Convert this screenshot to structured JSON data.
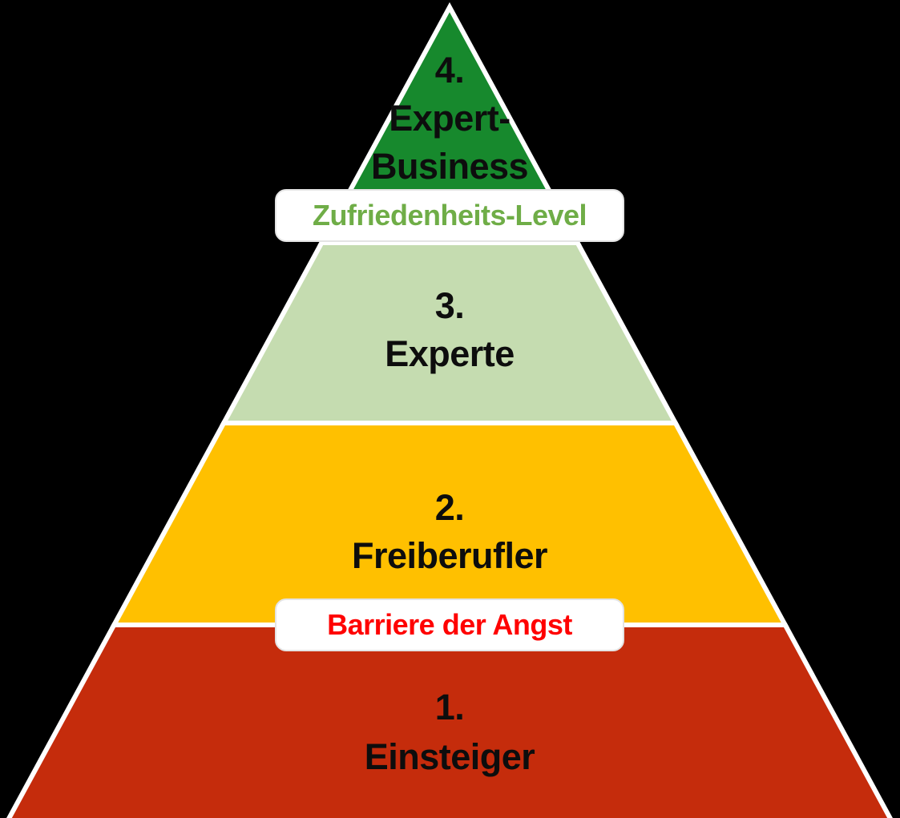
{
  "diagram": {
    "type": "pyramid",
    "background_color": "#000000",
    "outline_color": "#FFFFFF",
    "label_text_color": "#0D0D0D",
    "levels": [
      {
        "number": "1.",
        "name": "Einsteiger",
        "fill": "#C52C0C"
      },
      {
        "number": "2.",
        "name": "Freiberufler",
        "fill": "#FFC000"
      },
      {
        "number": "3.",
        "name": "Experte",
        "fill": "#C5DCB0"
      },
      {
        "number": "4.",
        "name": "Expert-Business",
        "lines": [
          "Expert-",
          "Business"
        ],
        "fill": "#17892D"
      }
    ],
    "banners": [
      {
        "label": "Zufriedenheits-Level",
        "text_color": "#6FAD47",
        "background": "#FFFFFF",
        "border_color": "#E4E4E4"
      },
      {
        "label": "Barriere der Angst",
        "text_color": "#FF0000",
        "background": "#FFFFFF",
        "border_color": "#E4E4E4"
      }
    ]
  }
}
